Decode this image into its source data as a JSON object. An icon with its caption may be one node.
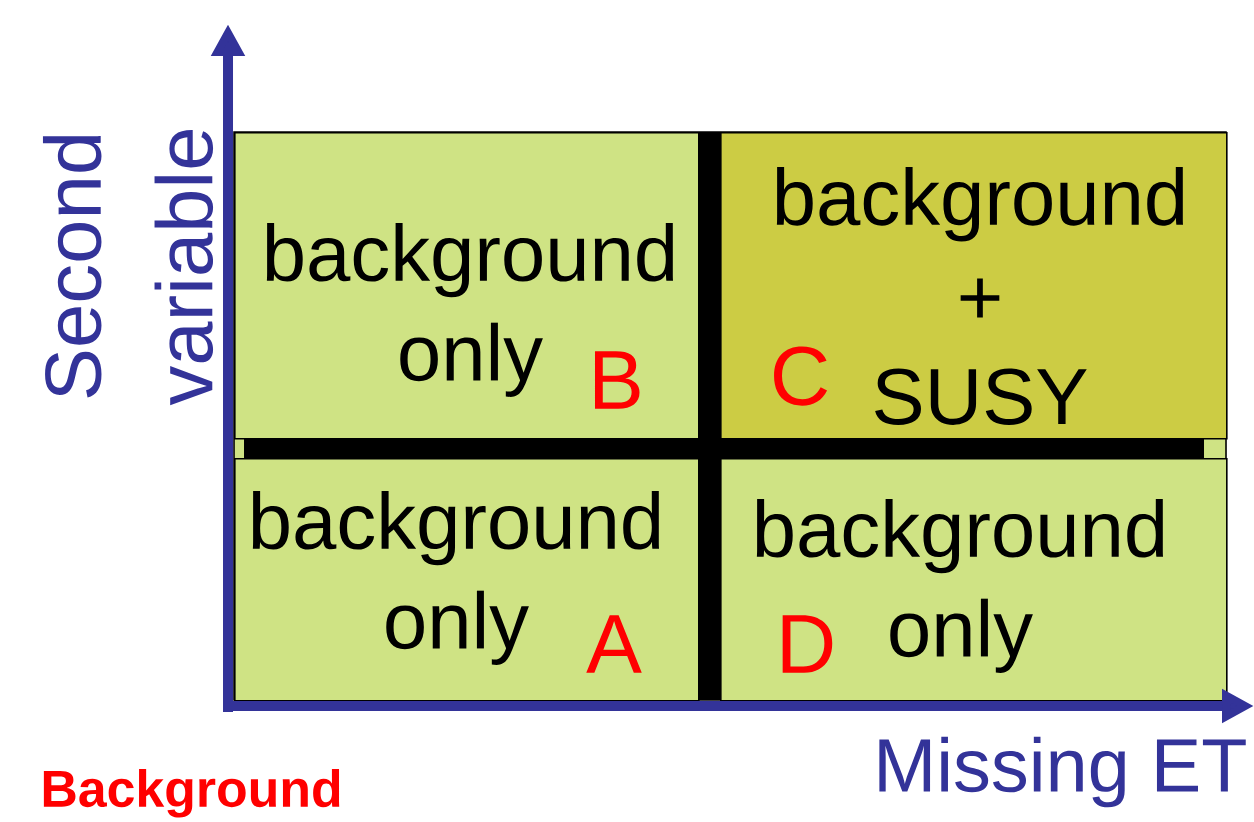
{
  "diagram": {
    "nodes": [
      {
        "text": [
          "background only",
          "B"
        ]
      },
      {
        "text": [
          "background + SUSY",
          "C"
        ]
      },
      {
        "text": [
          "background only",
          "A"
        ]
      },
      {
        "text": [
          "background only",
          "D"
        ]
      }
    ],
    "labels": [
      "Second variable",
      "Missing ET",
      "Background"
    ]
  }
}
